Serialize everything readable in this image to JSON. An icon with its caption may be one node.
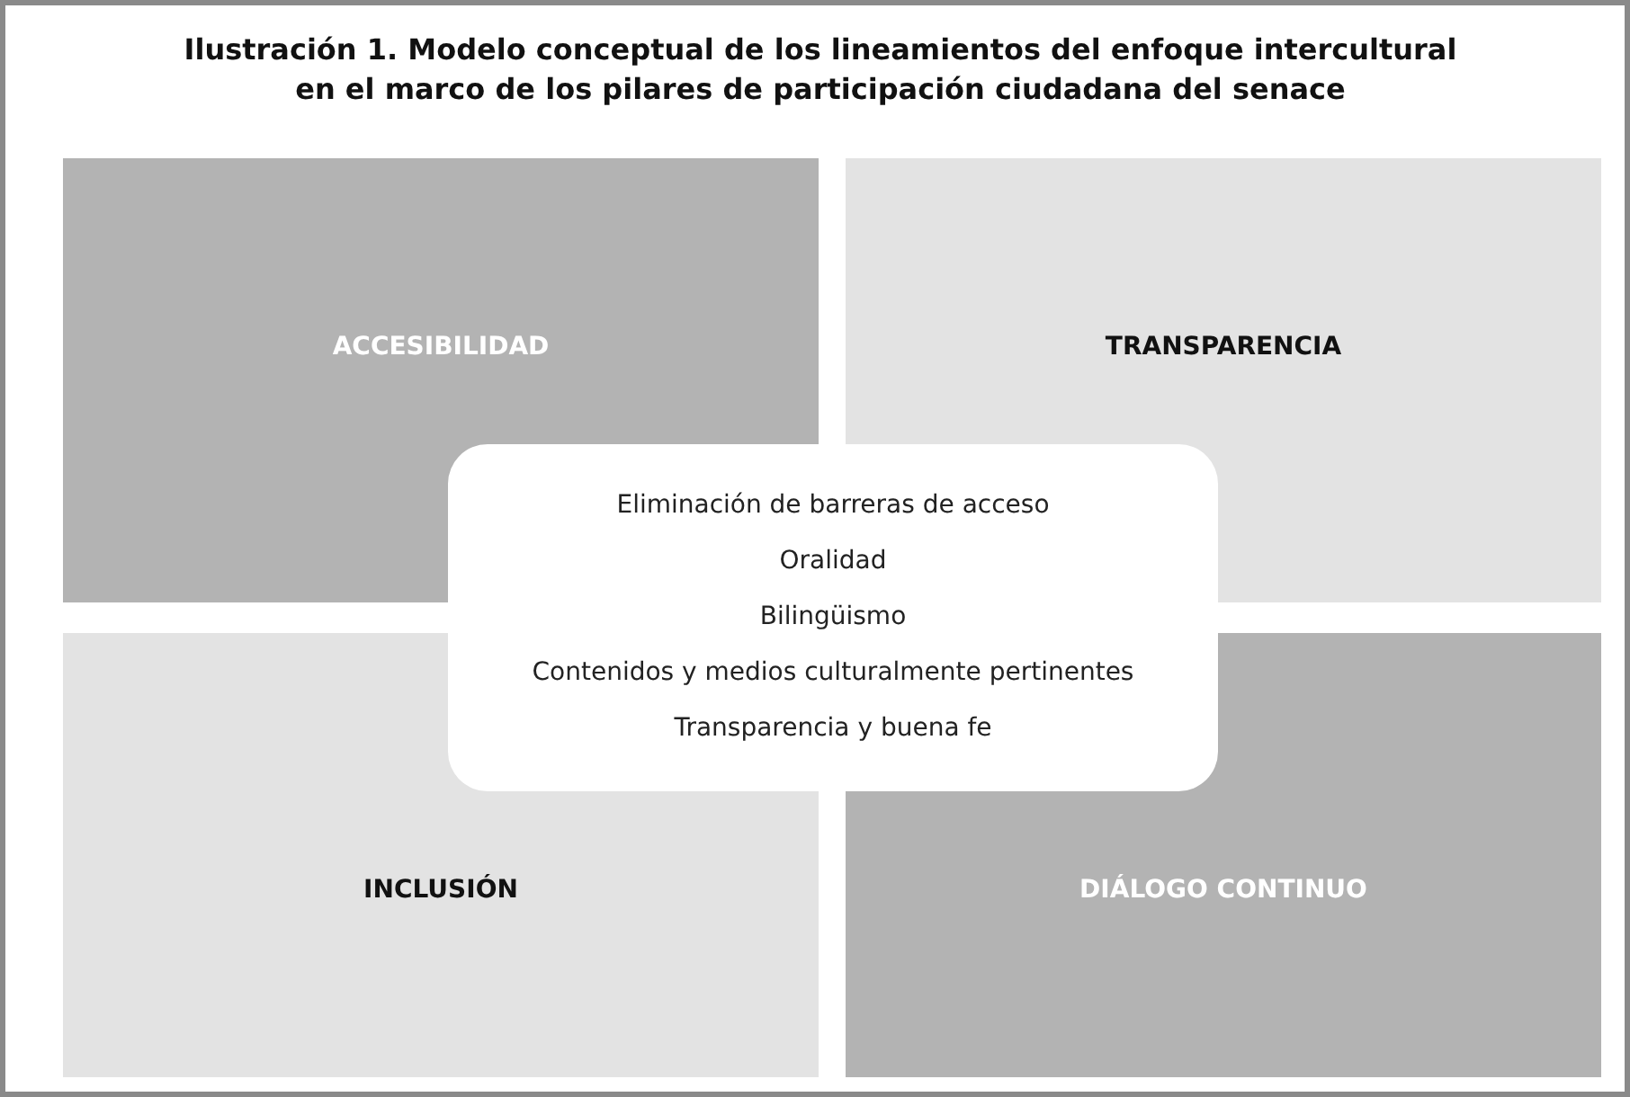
{
  "diagram": {
    "title": "Ilustración 1. Modelo conceptual de los lineamientos del enfoque intercultural en el marco de los pilares de participación ciudadana del senace",
    "nodes": [
      {
        "text": [
          "ACCESIBILIDAD"
        ]
      },
      {
        "text": [
          "TRANSPARENCIA"
        ]
      },
      {
        "text": [
          "INCLUSIÓN"
        ]
      },
      {
        "text": [
          "DIÁLOGO CONTINUO"
        ]
      },
      {
        "text": [
          "Eliminación de barreras de acceso",
          "Oralidad",
          "Bilingüismo",
          "Contenidos y medios culturalmente pertinentes",
          "Transparencia y buena fe"
        ]
      }
    ]
  }
}
